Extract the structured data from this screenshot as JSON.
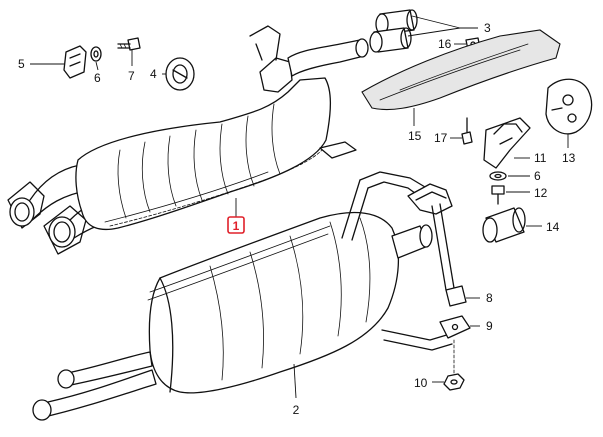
{
  "callouts": {
    "c1": "1",
    "c2": "2",
    "c3": "3",
    "c4": "4",
    "c5": "5",
    "c6a": "6",
    "c6b": "6",
    "c7": "7",
    "c8": "8",
    "c9": "9",
    "c10": "10",
    "c11": "11",
    "c12": "12",
    "c13": "13",
    "c14": "14",
    "c15": "15",
    "c16": "16",
    "c17": "17"
  },
  "highlight": {
    "part": "1",
    "color": "#e0202a"
  }
}
